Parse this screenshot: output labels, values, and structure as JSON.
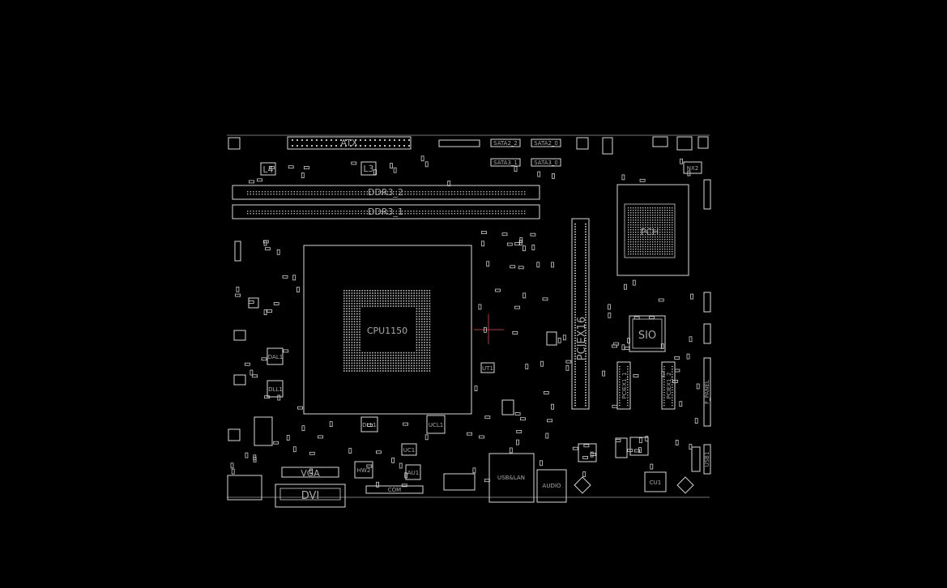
{
  "board": {
    "labels": {
      "atx": "ATX",
      "ddr3_2": "DDR3_2",
      "ddr3_1": "DDR3_1",
      "cpu": "CPU1150",
      "pciex16": "PCIEX16",
      "pciex1_1": "PCIEX1_1",
      "pciex1_2": "PCIEX1_2",
      "sio": "SIO",
      "pch": "PCH",
      "vga": "VGA",
      "dvi": "DVI",
      "audio": "AUDIO",
      "usb_lan": "USB&LAN",
      "cu1": "CU1",
      "l4": "L4",
      "l3": "L3",
      "sata2_2": "SATA2_2",
      "sata2_0": "SATA2_0",
      "sata3_1": "SATA3_1",
      "sata3_0": "SATA3_0",
      "nx2": "NX2",
      "com": "COM",
      "dal1": "DAL1",
      "dll1": "DLL1",
      "ucl1": "UCL1",
      "uc1": "UC1",
      "ut1": "UT1",
      "au1": "AU1",
      "hw2": "HW2",
      "usb1": "USB1",
      "f_panel": "F_PANEL"
    }
  }
}
